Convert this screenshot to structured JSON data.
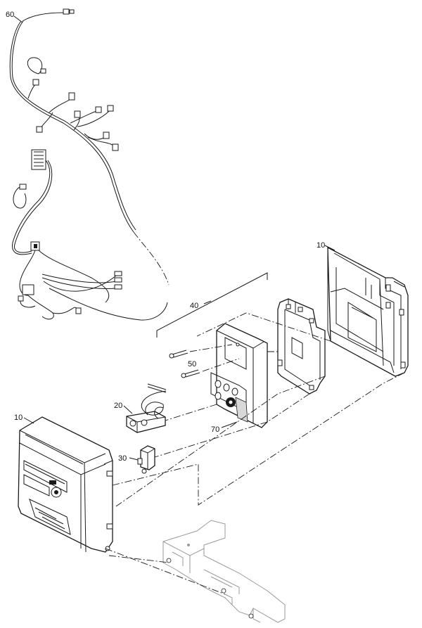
{
  "callouts": {
    "c60": "60",
    "c10_top": "10",
    "c40": "40",
    "c50": "50",
    "c20": "20",
    "c10_left": "10",
    "c30": "30",
    "c70": "70"
  }
}
